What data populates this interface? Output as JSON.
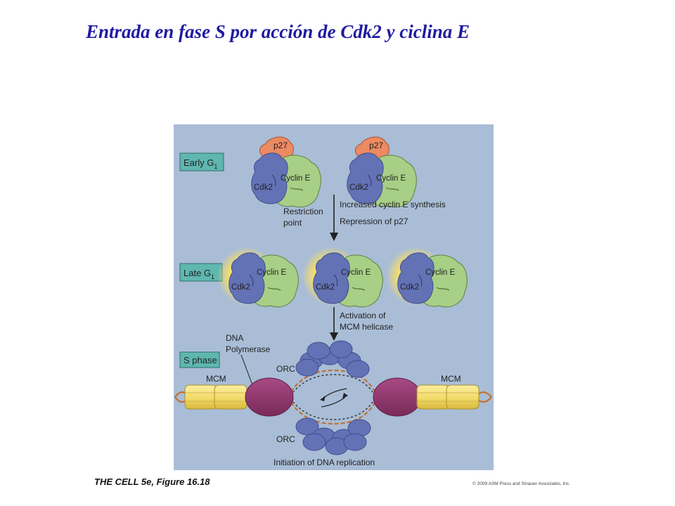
{
  "slide": {
    "title": "Entrada en fase S por acción de Cdk2 y ciclina E"
  },
  "figure": {
    "stages": {
      "early_g1": "Early G",
      "late_g1": "Late G",
      "subscript_1": "1",
      "s_phase": "S phase"
    },
    "proteins": {
      "p27": "p27",
      "cdk2": "Cdk2",
      "cyclin_e": "Cyclin E",
      "mcm": "MCM",
      "orc": "ORC",
      "dna_polymerase_line1": "DNA",
      "dna_polymerase_line2": "Polymerase"
    },
    "steps": {
      "restriction_point_line1": "Restriction",
      "restriction_point_line2": "point",
      "increased_synthesis": "Increased cyclin E synthesis",
      "repression_p27": "Repression of p27",
      "activation_line1": "Activation of",
      "activation_line2": "MCM helicase",
      "initiation": "Initiation of DNA replication"
    },
    "colors": {
      "background": "#a9bdd6",
      "cdk2": "#6372b5",
      "cyclin_e": "#a7cf85",
      "p27": "#ec8a62",
      "glow": "#f3dc6e",
      "mcm": "#f4dd6d",
      "polymerase": "#93376f",
      "dna": "#c2712f",
      "orc": "#5f6fb0",
      "stage_box": "#5fb7b0"
    }
  },
  "caption": "THE CELL 5e, Figure 16.18",
  "copyright": "© 2009 ASM Press and Sinauer Associates, Inc."
}
